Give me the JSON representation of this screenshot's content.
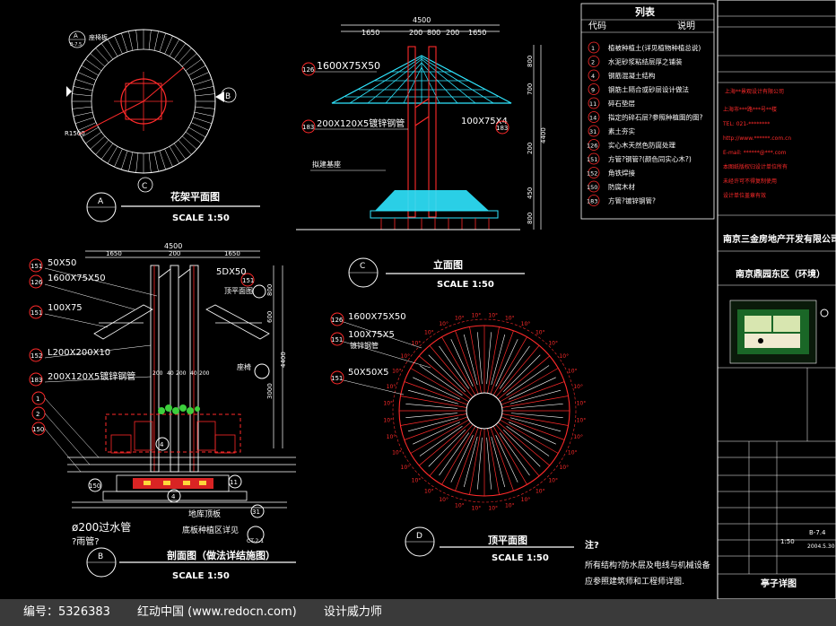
{
  "top_elevation": {
    "total_width": "4500",
    "segment_dims": [
      "1650",
      "200",
      "800",
      "200",
      "1650"
    ],
    "right_dims": [
      "800",
      "700",
      "200",
      "4400",
      "450",
      "800"
    ],
    "labels": [
      {
        "code": "126",
        "text": "1600X75X50"
      },
      {
        "code": "183",
        "text": "200X120X5镀锌钢管"
      },
      {
        "code": "183",
        "text": "100X75X4"
      }
    ],
    "note": "拟建基座",
    "title": "立面图",
    "scale": "SCALE    1:50",
    "tag": "C"
  },
  "plan_a": {
    "title": "花架平面图",
    "scale": "SCALE    1:50",
    "tag": "A",
    "marks": [
      "A",
      "B-7.5",
      "座椅板",
      "B",
      "C",
      "R1500"
    ]
  },
  "section_b": {
    "total_width": "4500",
    "segment_dims": [
      "1650",
      "200",
      "1650"
    ],
    "right_dims": [
      "800",
      "600",
      "4400",
      "3000"
    ],
    "labels": [
      {
        "code": "151",
        "text": "50X50"
      },
      {
        "code": "126",
        "text": "1600X75X50"
      },
      {
        "code": "151",
        "text": "100X75"
      },
      {
        "code": "152",
        "text": "L200X200X10"
      },
      {
        "code": "183",
        "text": "200X120X5镀锌钢管"
      },
      {
        "code": "151",
        "text": "5DX50"
      },
      {
        "code": "",
        "text": "顶平面图"
      },
      {
        "code": "",
        "text": "座椅"
      }
    ],
    "left_codes": [
      "1",
      "2",
      "150"
    ],
    "mid_codes": [
      "4",
      "4",
      "11",
      "150",
      "31"
    ],
    "pipe_note": "ø200过水管",
    "pipe_note2": "?雨管?",
    "bottom_note": "地库顶板",
    "bottom_note2": "底板种植区详见",
    "ref": "CT-2.1",
    "title": "剖面图（做法详结施图）",
    "scale": "SCALE    1:50",
    "tag": "B",
    "inner_dims": [
      "200",
      "40",
      "200",
      "40",
      "200"
    ]
  },
  "roof_plan": {
    "labels": [
      {
        "code": "126",
        "text": "1600X75X50"
      },
      {
        "code": "151",
        "text": "100X75X5"
      },
      {
        "code": "",
        "text": "镀锌钢管"
      },
      {
        "code": "151",
        "text": "50X50X5"
      }
    ],
    "angle_label": "10°",
    "title": "顶平面图",
    "scale": "SCALE    1:50",
    "tag": "D"
  },
  "legend": {
    "title": "列表",
    "col_code": "代码",
    "col_desc": "说明",
    "rows": [
      {
        "code": "1",
        "text": "植被种植土(详见植物种植总说)"
      },
      {
        "code": "2",
        "text": "水泥砂浆粘结层厚之铺装"
      },
      {
        "code": "4",
        "text": "钢筋混凝土结构"
      },
      {
        "code": "9",
        "text": "钢筋土隔合或砂层设计做法"
      },
      {
        "code": "11",
        "text": "碎石垫层"
      },
      {
        "code": "14",
        "text": "指定的碎石层?参照种植图的图?"
      },
      {
        "code": "31",
        "text": "素土夯实"
      },
      {
        "code": "126",
        "text": "实心木天然色防腐处理"
      },
      {
        "code": "151",
        "text": "方管?钢管?(颜色同实心木?)"
      },
      {
        "code": "152",
        "text": "角铁焊接"
      },
      {
        "code": "150",
        "text": "防腐木材"
      },
      {
        "code": "183",
        "text": "方管?镀锌钢管?"
      }
    ],
    "note_title": "注?",
    "note1": "所有结构?防水层及电线与机械设备",
    "note2": "应参照建筑师和工程师详图."
  },
  "title_block": {
    "client": "南京三金房地产开发有限公司",
    "project": "南京鼎园东区（环境）",
    "drawing": "亭子详图",
    "date": "2004.5.30",
    "scale": "1:50",
    "sheet": "B-7.4",
    "stamp_text": "上海**景观设计有限公司",
    "seal_lines": [
      "上海市***路***号**楼",
      "TEL: 021-********",
      "http://www.******.com.cn",
      "E-mail: ******@***.com",
      "本图纸版权归设计单位所有",
      "未经许可不得复制使用",
      "设计单位盖章有效"
    ]
  },
  "footer": {
    "id_text": "编号：5326383",
    "site": "红动中国 (www.redocn.com)",
    "slogan": "设计威力师"
  },
  "colors": {
    "bg": "#000000",
    "line": "#ffffff",
    "red": "#ff2a2a",
    "cyan": "#2fe6ff",
    "green": "#3ccf3c"
  }
}
